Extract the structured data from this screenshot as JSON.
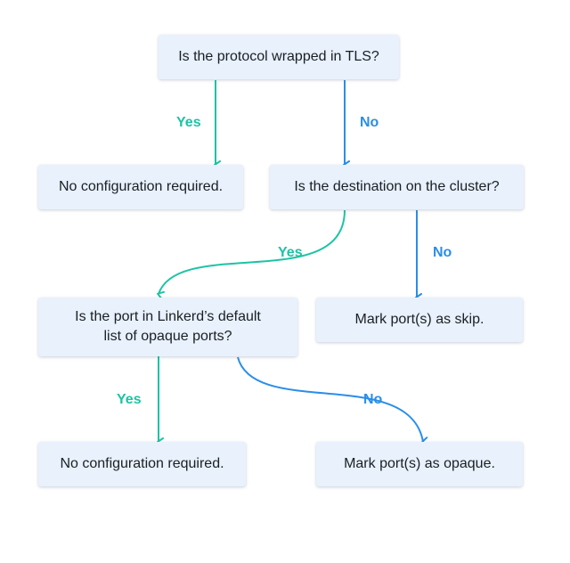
{
  "colors": {
    "yes_edge": "#1ec3a4",
    "no_edge": "#2a8ee8",
    "node_fill": "#e8f1fc",
    "text": "#1b1f24"
  },
  "nodes": {
    "q_tls": "Is the protocol wrapped in TLS?",
    "no_config_1": "No configuration required.",
    "q_destination": "Is the destination on the cluster?",
    "q_default_port_line1": "Is the port in Linkerd’s default",
    "q_default_port_line2": "list of opaque ports?",
    "mark_skip": "Mark port(s) as skip.",
    "no_config_2": "No configuration required.",
    "mark_opaque": "Mark port(s) as opaque."
  },
  "edges": {
    "tls_yes": "Yes",
    "tls_no": "No",
    "dest_yes": "Yes",
    "dest_no": "No",
    "port_yes": "Yes",
    "port_no": "No"
  }
}
